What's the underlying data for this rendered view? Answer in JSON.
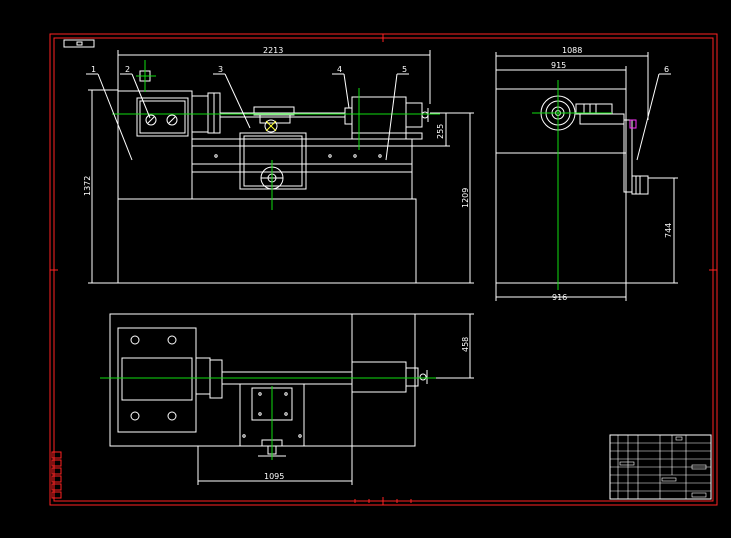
{
  "drawing": {
    "dimensions": {
      "overall_length": "2213",
      "side_top_width": "1088",
      "side_inner_width": "915",
      "side_base_width": "916",
      "height_total": "1372",
      "bed_height": "1209",
      "center_height_step": "255",
      "tailstock_height": "744",
      "plan_depth": "458",
      "carriage_travel": "1095"
    },
    "part_labels": [
      "1",
      "2",
      "3",
      "4",
      "5",
      "6"
    ],
    "colors": {
      "background": "#000000",
      "geometry": "#ffffff",
      "frame": "#ff2222",
      "centerline": "#11dd11",
      "leader": "#ffff33",
      "accent": "#ff33ff"
    }
  }
}
